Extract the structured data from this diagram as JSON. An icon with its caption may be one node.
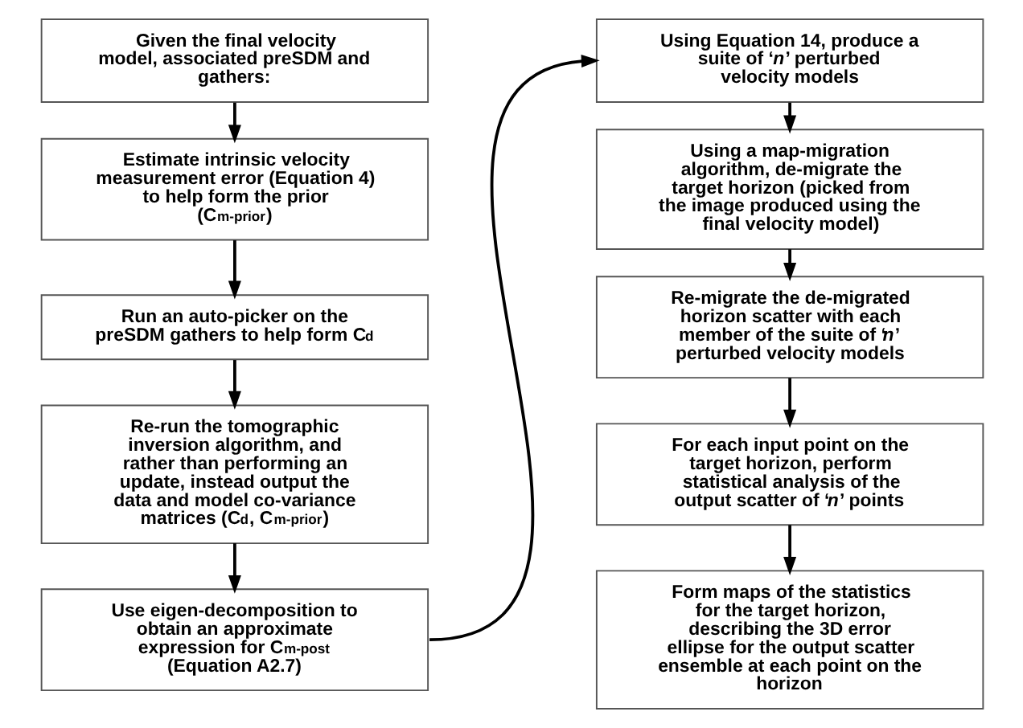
{
  "diagram": {
    "nodes": [
      {
        "text": [
          "Given the final velocity model, associated preSDM and gathers:"
        ]
      },
      {
        "text": [
          "Estimate intrinsic velocity measurement error (Equation 4) to help form the prior (C$_{m-prior}$)"
        ]
      },
      {
        "text": [
          "Run an auto-picker on the preSDM gathers to help form C$_{d}$"
        ]
      },
      {
        "text": [
          "Re-run the tomographic inversion algorithm, and rather than performing an update, instead output the data and model co-variance matrices (C$_{d}$, C$_{m-prior}$)"
        ]
      },
      {
        "text": [
          "Use eigen-decomposition to obtain an approximate expression for C$_{m-post}$ (Equation A2.7)"
        ]
      },
      {
        "text": [
          "Using Equation 14, produce a suite of ‘*n*’ perturbed velocity models"
        ]
      },
      {
        "text": [
          "Using a map-migration algorithm, de-migrate the target horizon (picked from the image produced using the final velocity model)"
        ]
      },
      {
        "text": [
          "Re-migrate the de-migrated horizon scatter with each member of the suite of ‘*n*’ perturbed velocity models"
        ]
      },
      {
        "text": [
          "For each input point on the target horizon, perform statistical analysis of the output scatter of ‘*n*’ points"
        ]
      },
      {
        "text": [
          "Form maps of the statistics for the target horizon, describing the 3D error ellipse for the output scatter ensemble at each point on the horizon"
        ]
      }
    ],
    "edges": [
      {
        "from": 0,
        "to": 1,
        "arrow": "to"
      },
      {
        "from": 1,
        "to": 2,
        "arrow": "to"
      },
      {
        "from": 2,
        "to": 3,
        "arrow": "to"
      },
      {
        "from": 3,
        "to": 4,
        "arrow": "to"
      },
      {
        "from": 4,
        "to": 5,
        "arrow": "to"
      },
      {
        "from": 5,
        "to": 6,
        "arrow": "to"
      },
      {
        "from": 6,
        "to": 7,
        "arrow": "to"
      },
      {
        "from": 7,
        "to": 8,
        "arrow": "to"
      },
      {
        "from": 8,
        "to": 9,
        "arrow": "to"
      }
    ]
  }
}
